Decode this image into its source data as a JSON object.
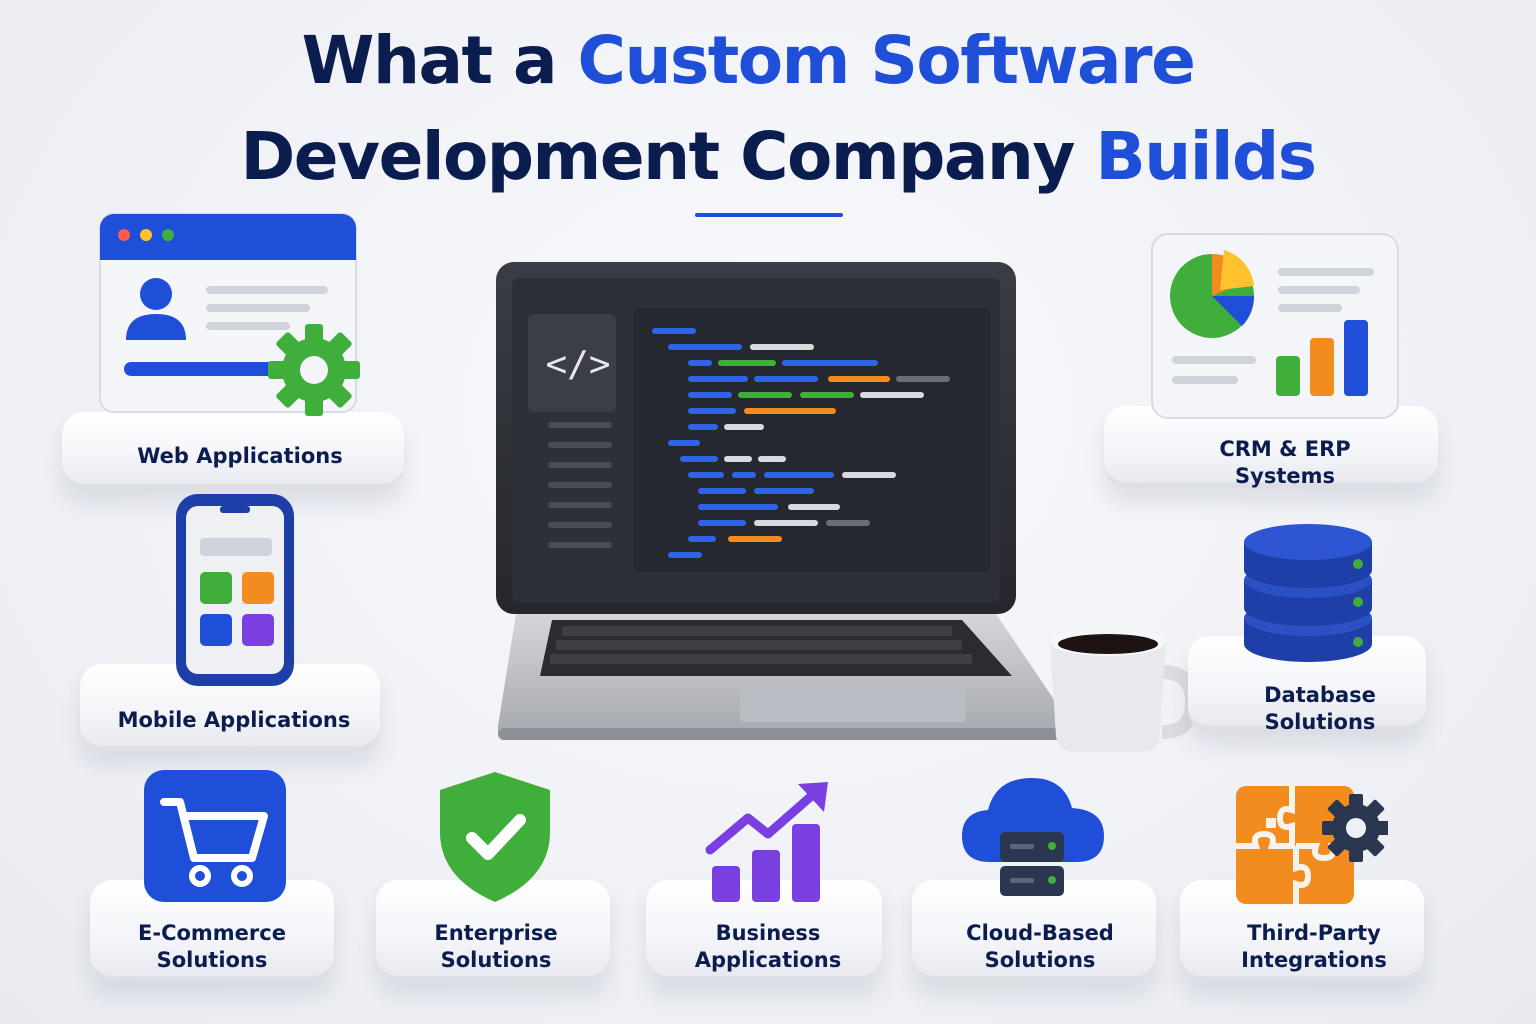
{
  "title": {
    "line1_prefix": "What a ",
    "line1_highlight": "Custom Software",
    "line2_prefix": "Development Company ",
    "line2_highlight": "Builds"
  },
  "colors": {
    "navy": "#0b1d4f",
    "blue": "#1f4fd8",
    "green": "#3fae3a",
    "orange": "#f28c1e",
    "purple": "#7a3fe0"
  },
  "laptop": {
    "code_icon": "</>"
  },
  "items": [
    {
      "id": "web",
      "label": "Web Applications",
      "icon": "browser-gear-icon"
    },
    {
      "id": "crm",
      "label": "CRM & ERP\nSystems",
      "icon": "dashboard-chart-icon"
    },
    {
      "id": "mobile",
      "label": "Mobile Applications",
      "icon": "smartphone-icon"
    },
    {
      "id": "database",
      "label": "Database\nSolutions",
      "icon": "database-icon"
    },
    {
      "id": "ecommerce",
      "label": "E-Commerce\nSolutions",
      "icon": "shopping-cart-icon"
    },
    {
      "id": "enterprise",
      "label": "Enterprise\nSolutions",
      "icon": "shield-check-icon"
    },
    {
      "id": "business",
      "label": "Business\nApplications",
      "icon": "growth-chart-icon"
    },
    {
      "id": "cloud",
      "label": "Cloud-Based\nSolutions",
      "icon": "cloud-server-icon"
    },
    {
      "id": "thirdparty",
      "label": "Third-Party\nIntegrations",
      "icon": "puzzle-gear-icon"
    }
  ]
}
